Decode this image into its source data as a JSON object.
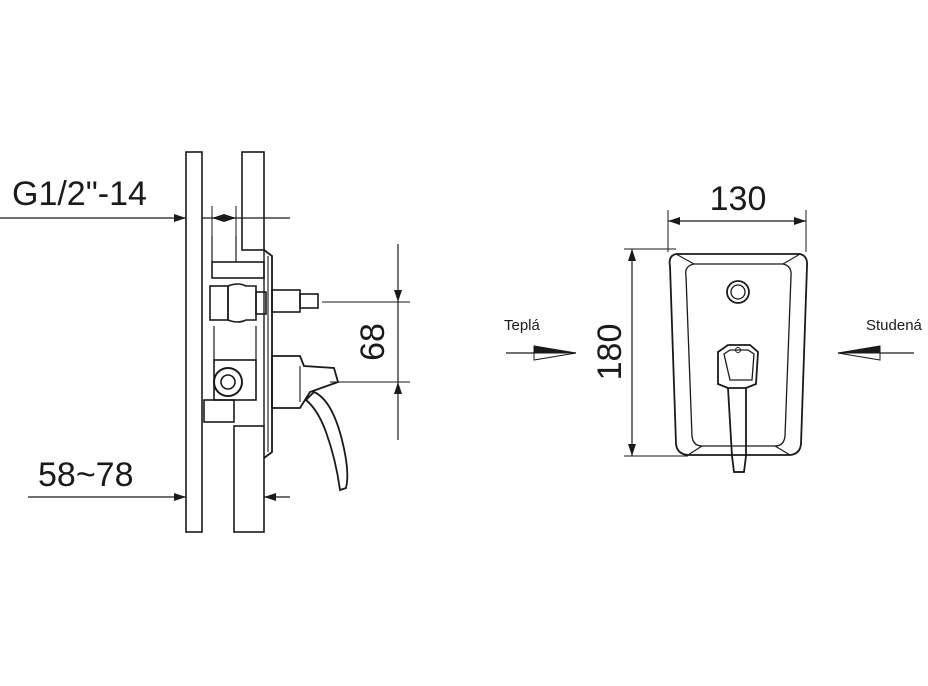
{
  "side_view": {
    "thread_label": "G1/2\"-14",
    "wall_depth_label": "58~78",
    "height_label": "68"
  },
  "front_view": {
    "width_label": "130",
    "height_label": "180",
    "hot_label": "Teplá",
    "cold_label": "Studená"
  }
}
